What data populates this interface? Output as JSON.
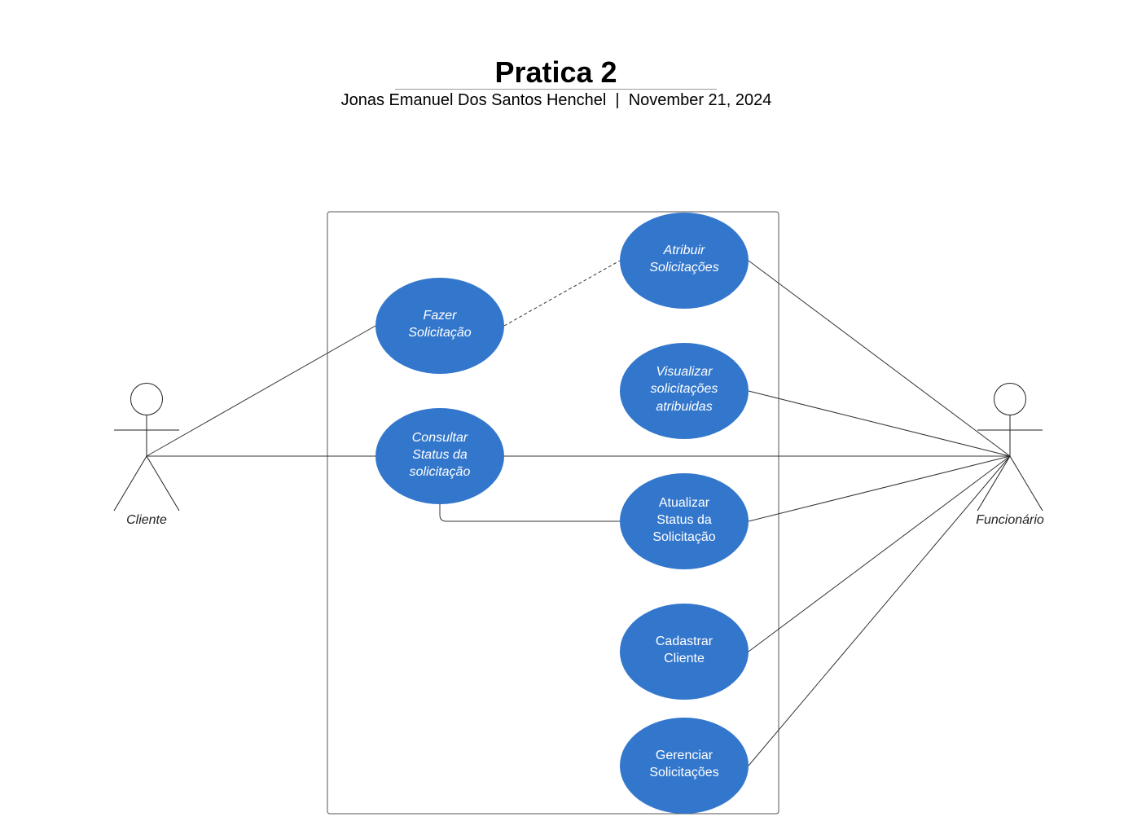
{
  "diagram": {
    "title": "Pratica 2",
    "subtitle": "Jonas Emanuel Dos Santos Henchel  |  November 21, 2024",
    "colors": {
      "use_case_fill": "#3377cc",
      "use_case_text": "#ffffff",
      "line": "#333333",
      "boundary": "#555555"
    },
    "actors": {
      "cliente": {
        "label": "Cliente"
      },
      "funcionario": {
        "label": "Funcionário"
      }
    },
    "use_cases": {
      "fazer_solicitacao": {
        "lines": [
          "Fazer",
          "Solicitação"
        ]
      },
      "consultar_status": {
        "lines": [
          "Consultar",
          "Status da",
          "solicitação"
        ]
      },
      "atribuir_solicitacoes": {
        "lines": [
          "Atribuir",
          "Solicitações"
        ]
      },
      "visualizar_atribuidas": {
        "lines": [
          "Visualizar",
          "solicitações",
          "atribuidas"
        ]
      },
      "atualizar_status": {
        "lines": [
          "Atualizar",
          "Status da",
          "Solicitação"
        ]
      },
      "cadastrar_cliente": {
        "lines": [
          "Cadastrar",
          "Cliente"
        ]
      },
      "gerenciar_solicitacoes": {
        "lines": [
          "Gerenciar",
          "Solicitações"
        ]
      }
    }
  }
}
